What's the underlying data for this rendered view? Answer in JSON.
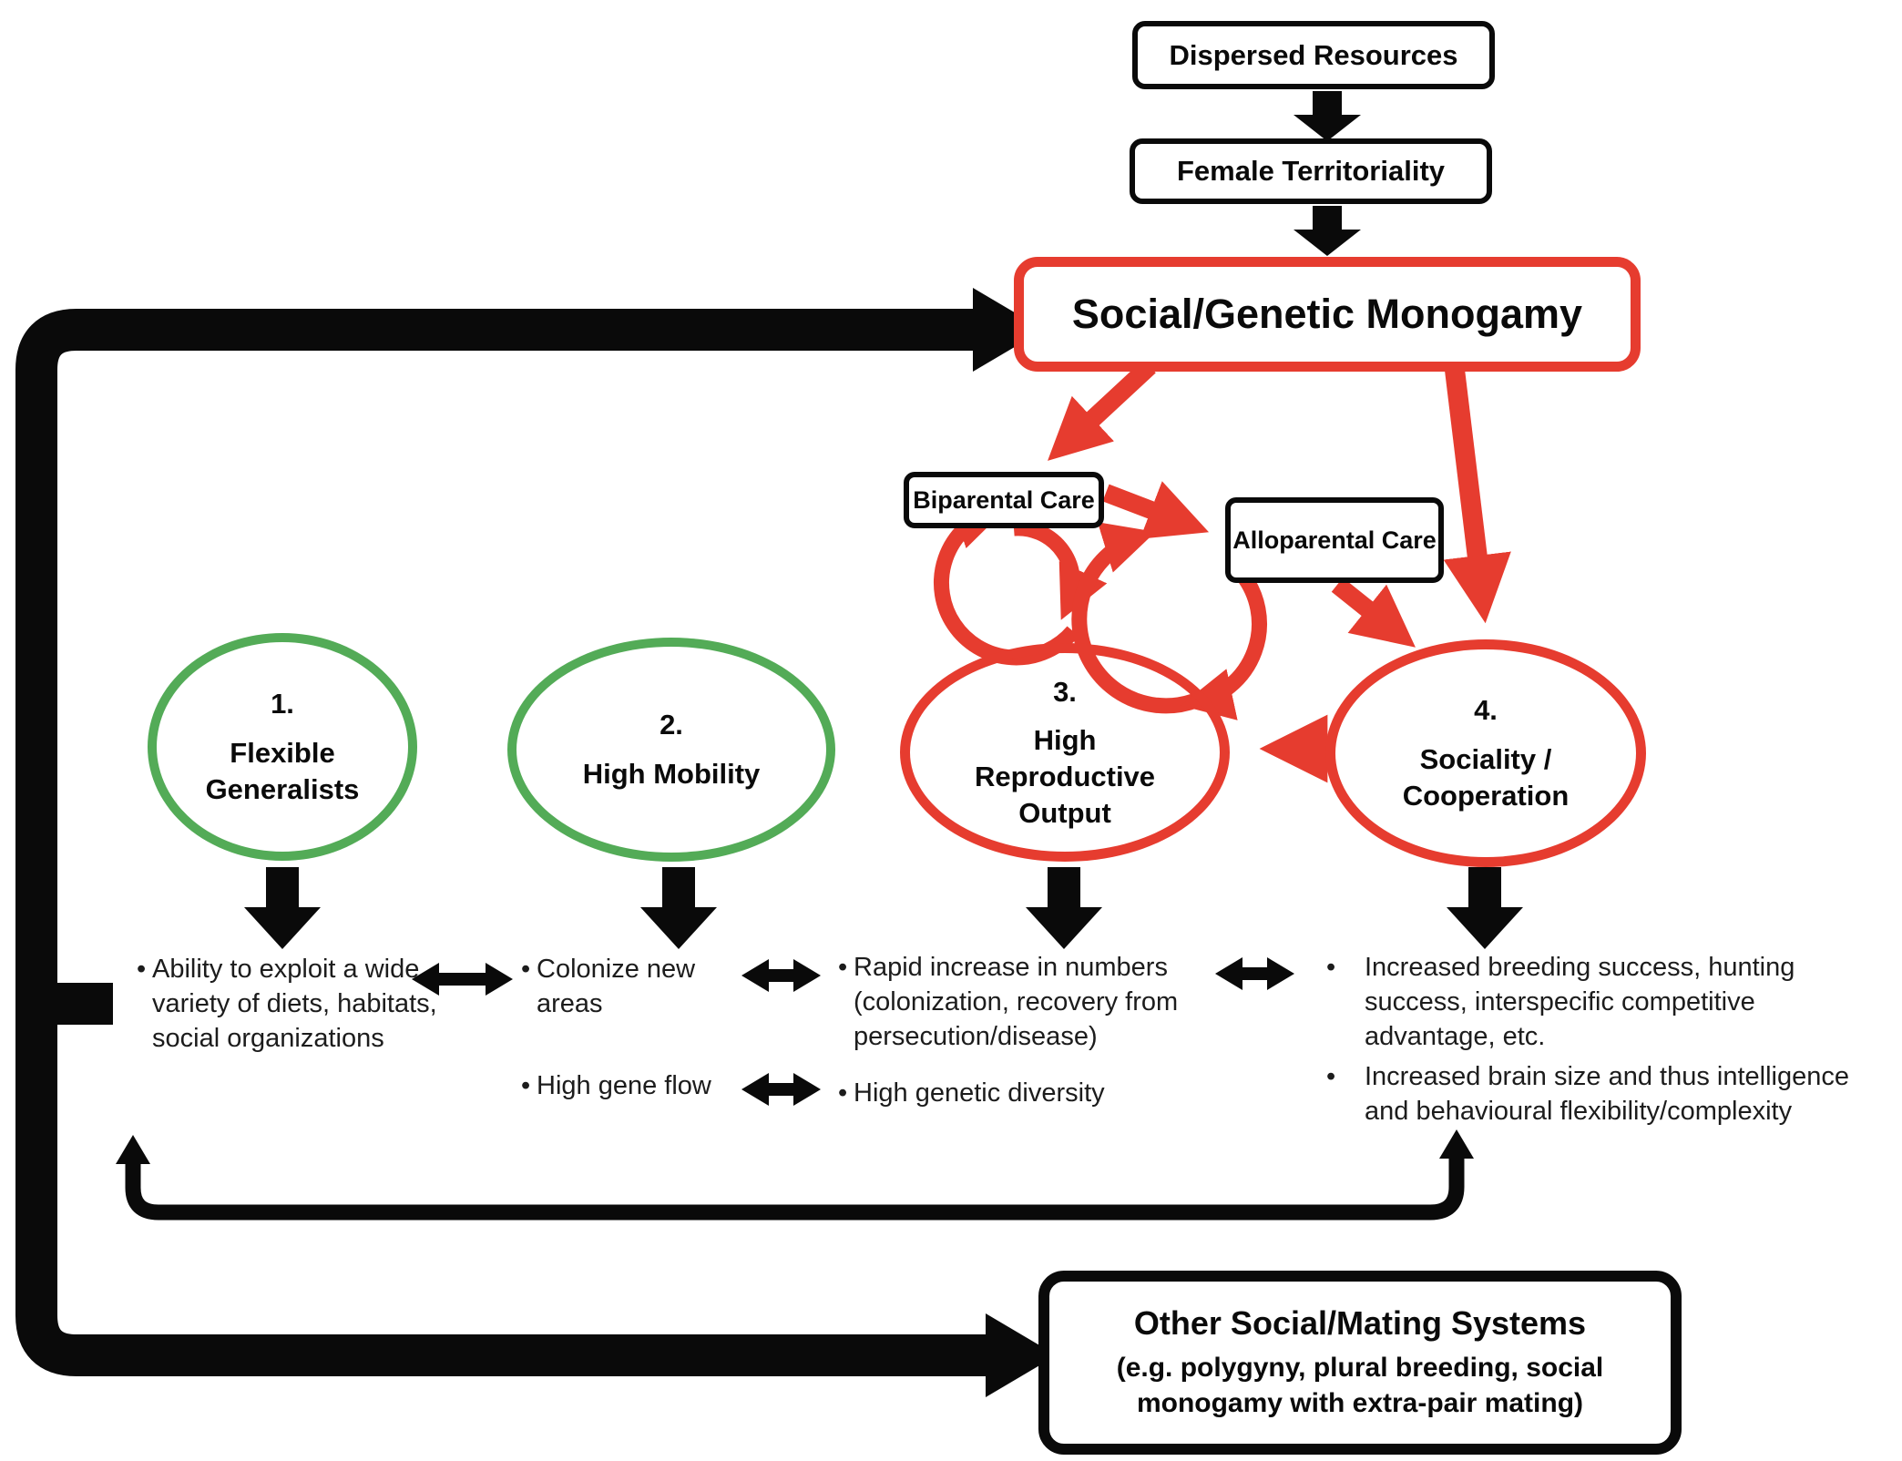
{
  "colors": {
    "accent_red": "#e63c2f",
    "accent_green": "#53ab57",
    "line_black": "#0a0a0a"
  },
  "flow": {
    "dispersed_resources": "Dispersed Resources",
    "female_territoriality": "Female Territoriality",
    "monogamy": "Social/Genetic Monogamy",
    "biparental_care": "Biparental Care",
    "alloparental_care": "Alloparental Care"
  },
  "ellipses": [
    {
      "number": "1.",
      "label": "Flexible Generalists"
    },
    {
      "number": "2.",
      "label": "High Mobility"
    },
    {
      "number": "3.",
      "label": "High Reproductive Output"
    },
    {
      "number": "4.",
      "label": "Sociality / Cooperation"
    }
  ],
  "outcomes": [
    {
      "bullets": [
        "Ability to exploit a wide variety of diets, habitats, social organizations"
      ]
    },
    {
      "bullets": [
        "Colonize new areas",
        "High gene flow"
      ]
    },
    {
      "bullets": [
        "Rapid increase in numbers (colonization, recovery from persecution/disease)",
        "High genetic diversity"
      ]
    },
    {
      "bullets": [
        "Increased breeding success, hunting success, interspecific competitive advantage, etc.",
        "Increased brain size and thus intelligence and behavioural flexibility/complexity"
      ]
    }
  ],
  "bottom_box": {
    "title": "Other Social/Mating Systems",
    "subtitle": "(e.g. polygyny, plural breeding, social monogamy with extra-pair mating)"
  }
}
